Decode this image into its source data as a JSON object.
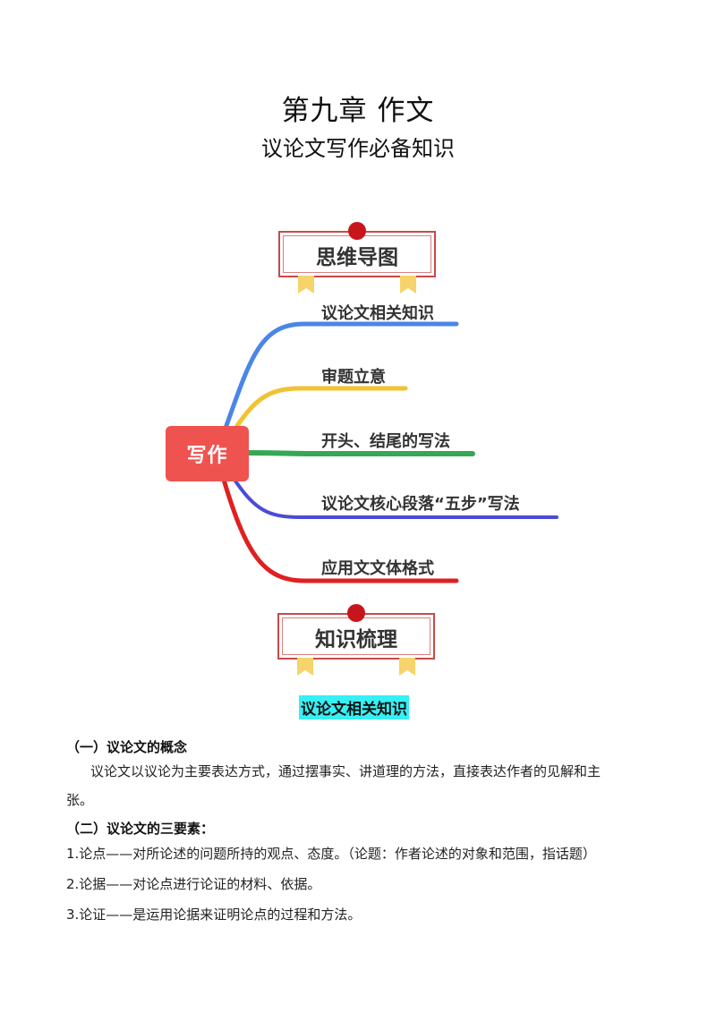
{
  "doc": {
    "title": "第九章  作文",
    "subtitle": "议论文写作必备知识"
  },
  "mindmap": {
    "banner_label": "思维导图",
    "root_label": "写作",
    "branches": [
      {
        "label": "议论文相关知识",
        "color": "#4a86e8"
      },
      {
        "label": "审题立意",
        "color": "#f1c232"
      },
      {
        "label": "开头、结尾的写法",
        "color": "#34a853"
      },
      {
        "label": "议论文核心段落“五步”写法",
        "color": "#4b4bd6"
      },
      {
        "label": "应用文文体格式",
        "color": "#e02020"
      }
    ]
  },
  "knowledge": {
    "banner_label": "知识梳理",
    "section_title": "议论文相关知识",
    "section1_heading": "（一）议论文的概念",
    "section1_para_line1": "议论文以议论为主要表达方式，通过摆事实、讲道理的方法，直接表达作者的见解和主",
    "section1_para_line2": "张。",
    "section2_heading": "（二）议论文的三要素：",
    "items": [
      "1.论点——对所论述的问题所持的观点、态度。（论题：作者论述的对象和范围，指话题）",
      "2.论据——对论点进行论证的材料、依据。",
      "3.论证——是运用论据来证明论点的过程和方法。"
    ]
  }
}
